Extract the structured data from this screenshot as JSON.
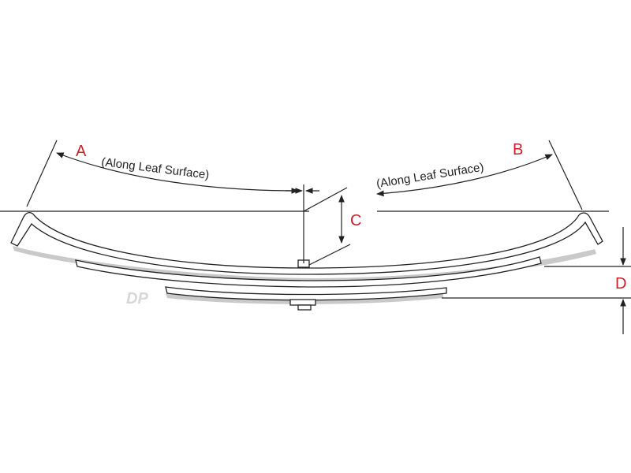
{
  "labels": {
    "a": "A",
    "b": "B",
    "c": "C",
    "d": "D",
    "a_note": "(Along Leaf Surface)",
    "b_note": "(Along Leaf Surface)"
  },
  "watermark": "DP",
  "colors": {
    "label": "#cc1f2a",
    "line": "#222222",
    "shadow": "#c9c9c9"
  }
}
